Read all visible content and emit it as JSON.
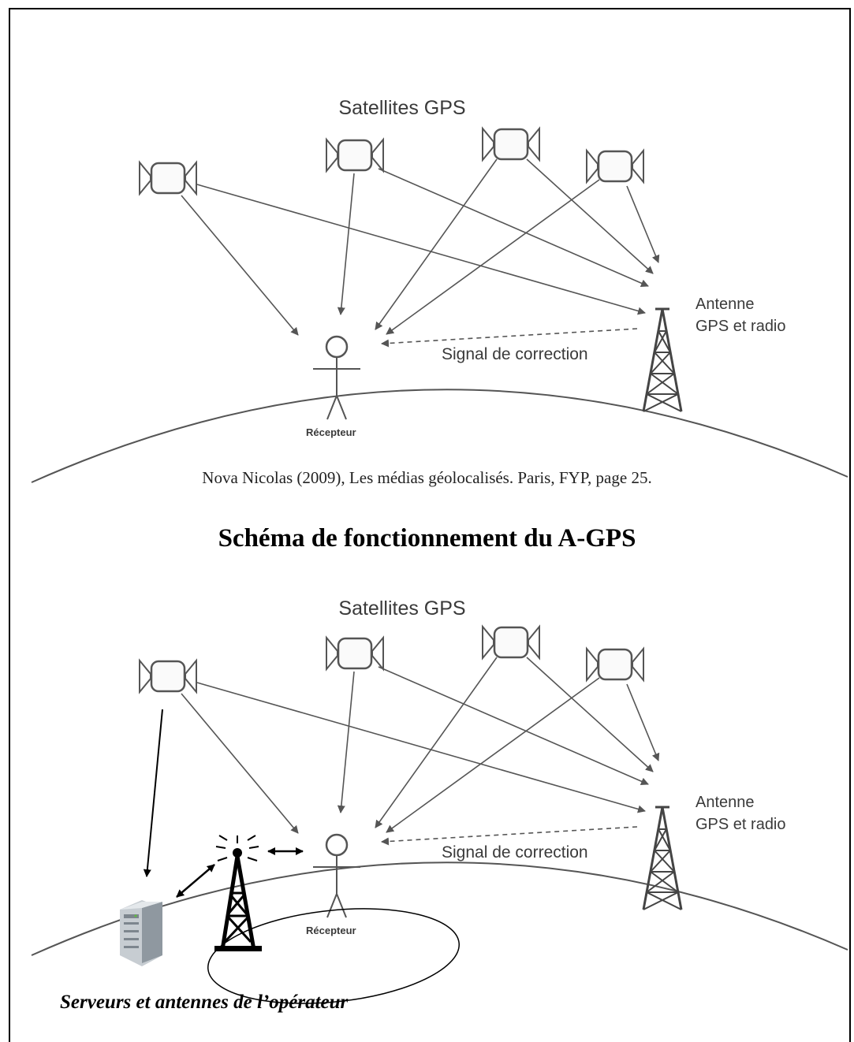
{
  "top_panel": {
    "satellites_label": "Satellites GPS",
    "antenna_label_line1": "Antenne",
    "antenna_label_line2": "GPS et radio",
    "correction_label": "Signal de correction",
    "receiver_label": "Récepteur"
  },
  "citation": "Nova Nicolas (2009), Les médias géolocalisés. Paris, FYP, page 25.",
  "heading": "Schéma de fonctionnement du A-GPS",
  "bottom_panel": {
    "satellites_label": "Satellites GPS",
    "antenna_label_line1": "Antenne",
    "antenna_label_line2": "GPS et radio",
    "correction_label": "Signal de correction",
    "receiver_label": "Récepteur",
    "operator_label": "Serveurs et antennes de l’opérateur"
  },
  "colors": {
    "line": "#555555",
    "text_gray": "#3a3a3a",
    "black": "#000000",
    "server": "#9aa3ab"
  }
}
